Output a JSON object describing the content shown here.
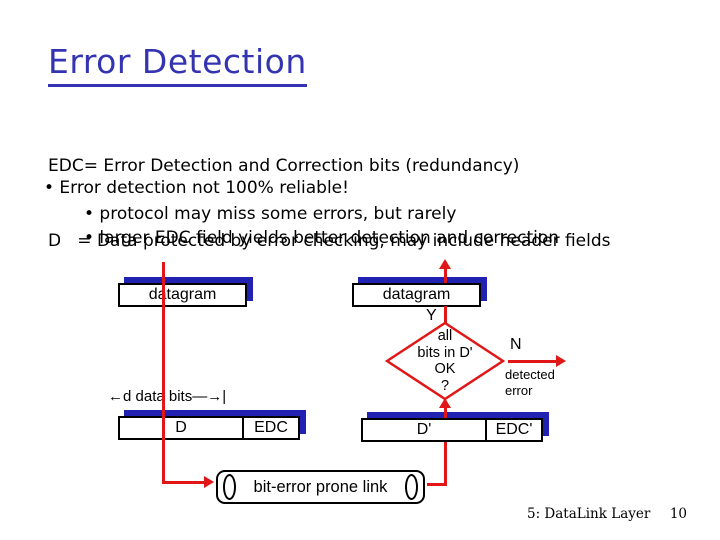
{
  "slide": {
    "title": "Error Detection",
    "definitions": [
      "EDC= Error Detection and Correction bits (redundancy)",
      "D   = Data protected by error checking, may include header fields"
    ],
    "bullets": {
      "level1": "• Error detection not 100% reliable!",
      "level2": [
        "• protocol may miss some errors, but rarely",
        "• larger EDC field yields better detection and correction"
      ]
    },
    "footer": {
      "label": "5: DataLink Layer",
      "page": "10"
    }
  },
  "diagram": {
    "sender": {
      "datagram": "datagram",
      "measure": "←d data bits—→|",
      "d_label": "D",
      "edc_label": "EDC"
    },
    "receiver": {
      "datagram": "datagram",
      "yes": "Y",
      "no": "N",
      "decision": {
        "line1": "all",
        "line2": "bits in D'",
        "line3": "OK",
        "line4": "?"
      },
      "outcome1": "detected",
      "outcome2": "error",
      "d_label": "D'",
      "edc_label": "EDC'"
    },
    "link": {
      "label": "bit-error prone link"
    },
    "colors": {
      "title_blue": "#3434b2",
      "shadow_blue": "#2121b2",
      "accent_red": "#e11616",
      "text_black": "#000000"
    }
  }
}
